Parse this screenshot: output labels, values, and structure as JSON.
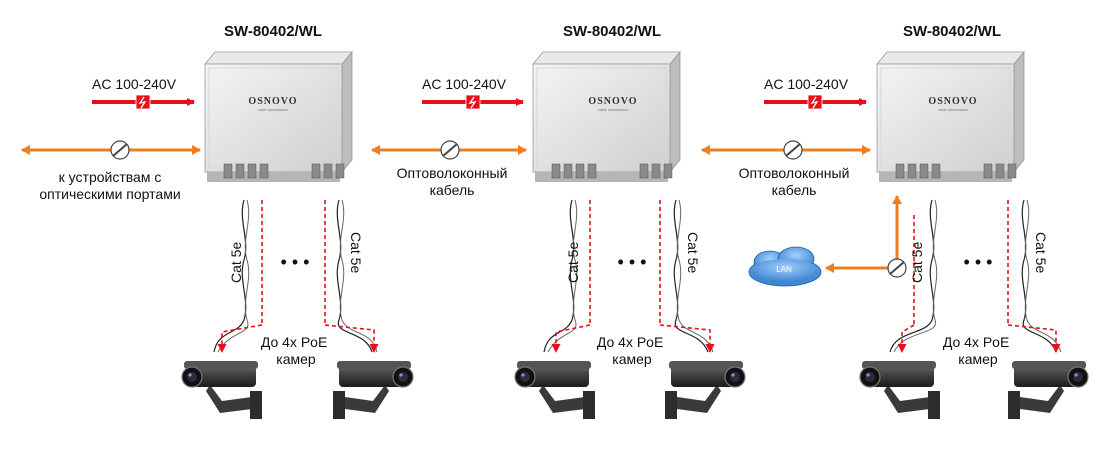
{
  "switches": [
    {
      "model": "SW-80402/WL",
      "brand": "OSNOVO",
      "tagline": "cable transmission",
      "power": "AC 100-240V",
      "cable_left": "Cat 5e",
      "cable_right": "Cat 5e",
      "cameras": "До 4х PoE камер"
    },
    {
      "model": "SW-80402/WL",
      "brand": "OSNOVO",
      "tagline": "cable transmission",
      "power": "AC 100-240V",
      "cable_left": "Cat 5e",
      "cable_right": "Cat 5e",
      "cameras": "До 4х PoE камер"
    },
    {
      "model": "SW-80402/WL",
      "brand": "OSNOVO",
      "tagline": "cable transmission",
      "power": "AC 100-240V",
      "cable_left": "Cat 5e",
      "cable_right": "Cat 5e",
      "cameras": "До 4х PoE камер"
    }
  ],
  "links": {
    "left_line1": "к устройствам с",
    "left_line2": "оптическими портами",
    "fiber_line1": "Оптоволоконный",
    "fiber_line2": "кабель"
  },
  "lan": "LAN",
  "ellipsis": "• • •",
  "colors": {
    "power_arrow": "#e8101a",
    "fiber_arrow": "#f07d1c",
    "cloud": "#3f8fd8"
  }
}
